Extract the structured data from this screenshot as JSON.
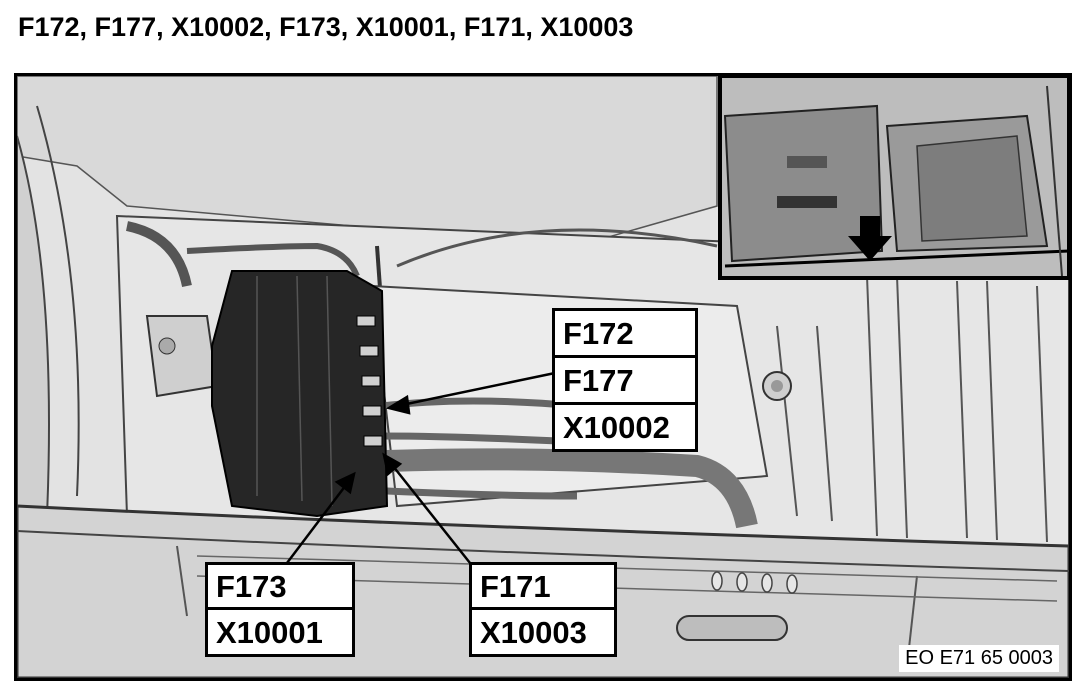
{
  "title": "F172, F177, X10002, F173, X10001, F171, X10003",
  "callouts": {
    "group_right": [
      "F172",
      "F177",
      "X10002"
    ],
    "group_bottom_left": [
      "F173",
      "X10001"
    ],
    "group_bottom_mid": [
      "F171",
      "X10003"
    ]
  },
  "figure_code": "EO E71 65 0003",
  "colors": {
    "background": "#e3e3e3",
    "fuse_box": "#262626",
    "outline": "#000000"
  }
}
